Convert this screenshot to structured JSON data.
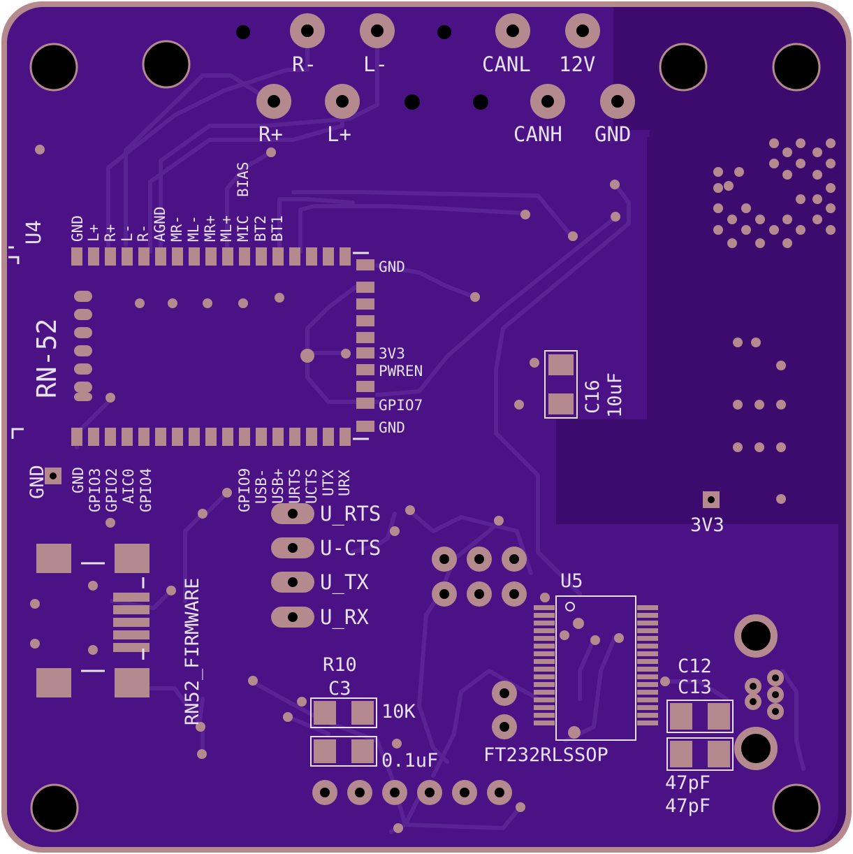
{
  "board": {
    "colors": {
      "edge": "#b48a8e",
      "base": "#3d0a6e",
      "fill": "#4a1284",
      "trace": "#5a2394",
      "pad": "#b48a8e",
      "hole": "#000000",
      "silk": "#e6e1ef"
    },
    "top_header": {
      "r_minus": "R-",
      "l_minus": "L-",
      "canl": "CANL",
      "v12": "12V",
      "r_plus": "R+",
      "l_plus": "L+",
      "canh": "CANH",
      "gnd": "GND"
    },
    "u4": {
      "ref": "U4",
      "value": "RN-52"
    },
    "rn52_top_pins": [
      "GND",
      "L+",
      "R+",
      "L-",
      "R-",
      "AGND",
      "MR-",
      "ML-",
      "MR+",
      "ML+",
      "MIC",
      "BT2",
      "BT1"
    ],
    "bias_label": "BIAS",
    "rn52_right_pins": {
      "gnd_top": "GND",
      "v3v3": "3V3",
      "pwren": "PWREN",
      "gpio7": "GPIO7",
      "gnd_bottom": "GND"
    },
    "rn52_bottom_pins_left": [
      "GND",
      "GPIO3",
      "GPIO2",
      "AIC0",
      "GPIO4"
    ],
    "rn52_bottom_pins_right": [
      "GPIO9",
      "USB-",
      "USB+",
      "URTS",
      "UCTS",
      "UTX",
      "URX"
    ],
    "gnd_test_point": "GND",
    "firmware_label": "RN52_FIRMWARE",
    "uart_pads": {
      "rts": "U_RTS",
      "cts": "U-CTS",
      "tx": "U_TX",
      "rx": "U_RX"
    },
    "c16": {
      "ref": "C16",
      "value": "10uF"
    },
    "v3v3_test_point": "3V3",
    "u5": {
      "ref": "U5",
      "value": "FT232RLSSOP"
    },
    "r10": {
      "ref": "R10",
      "value": "10K"
    },
    "c3": {
      "ref": "C3",
      "value": "0.1uF"
    },
    "c12": {
      "ref": "C12",
      "value": "47pF"
    },
    "c13": {
      "ref": "C13",
      "value": "47pF"
    }
  }
}
